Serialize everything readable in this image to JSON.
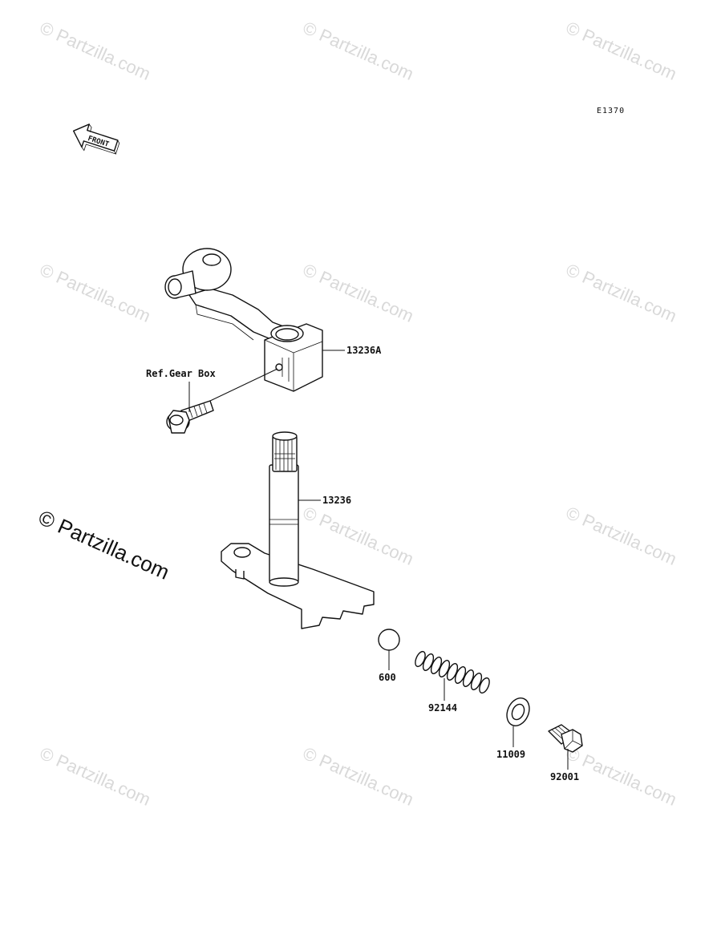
{
  "diagram": {
    "code": "E1370",
    "front_label": "FRONT",
    "ref_label": "Ref.Gear Box",
    "watermark_text": "© Partzilla.com",
    "parts": [
      {
        "id": "13236A"
      },
      {
        "id": "13236"
      },
      {
        "id": "600"
      },
      {
        "id": "92144"
      },
      {
        "id": "11009"
      },
      {
        "id": "92001"
      }
    ]
  }
}
